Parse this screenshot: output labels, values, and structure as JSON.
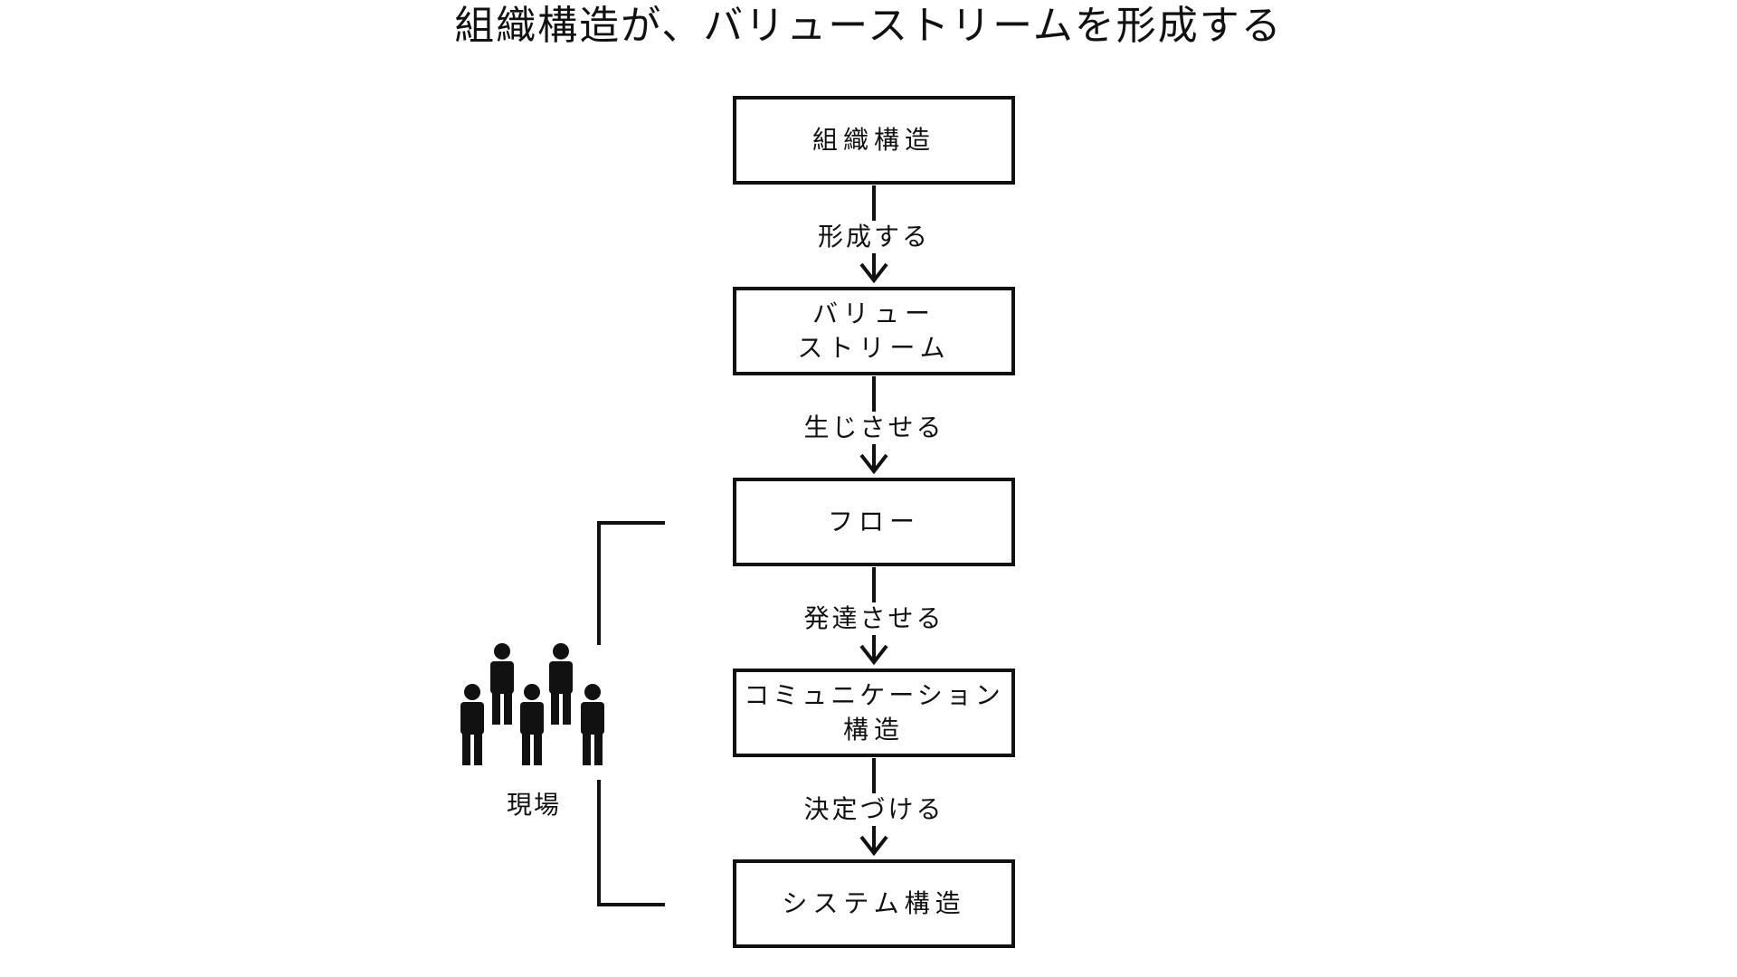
{
  "title": "組織構造が、バリューストリームを形成する",
  "boxes": [
    {
      "lines": [
        "組織構造"
      ]
    },
    {
      "lines": [
        "バリュー",
        "ストリーム"
      ]
    },
    {
      "lines": [
        "フロー"
      ]
    },
    {
      "lines": [
        "コミュニケーション",
        "構造"
      ]
    },
    {
      "lines": [
        "システム構造"
      ]
    }
  ],
  "edges": [
    "形成する",
    "生じさせる",
    "発達させる",
    "決定づける"
  ],
  "side": {
    "label": "現場"
  },
  "icon": "people-group-icon"
}
